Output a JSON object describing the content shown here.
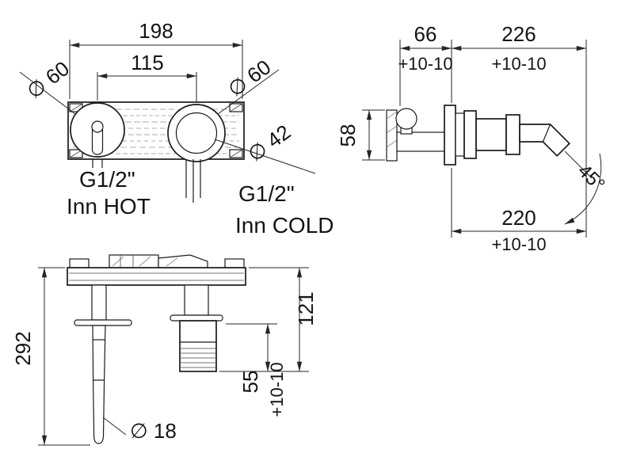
{
  "drawing": {
    "front": {
      "dim_width": "198",
      "dim_centers": "115",
      "dia_handle": "∅ 60",
      "dia_spout_outer": "∅ 60",
      "dia_spout_inner": "∅ 42",
      "hot_thread": "G1/2\"",
      "hot_label": "Inn HOT",
      "cold_thread": "G1/2\"",
      "cold_label": "Inn COLD"
    },
    "side": {
      "dim_depth": "66",
      "dim_depth_tol": "+10-10",
      "dim_reach_top": "226",
      "dim_reach_top_tol": "+10-10",
      "dim_height": "58",
      "dim_reach": "220",
      "dim_reach_tol": "+10-10",
      "spout_angle": "45°"
    },
    "bottom": {
      "dim_total_drop": "292",
      "dim_spout_drop": "121",
      "dim_aerator": "55",
      "dim_aerator_tol": "+10-10",
      "dia_lever": "∅ 18"
    }
  }
}
